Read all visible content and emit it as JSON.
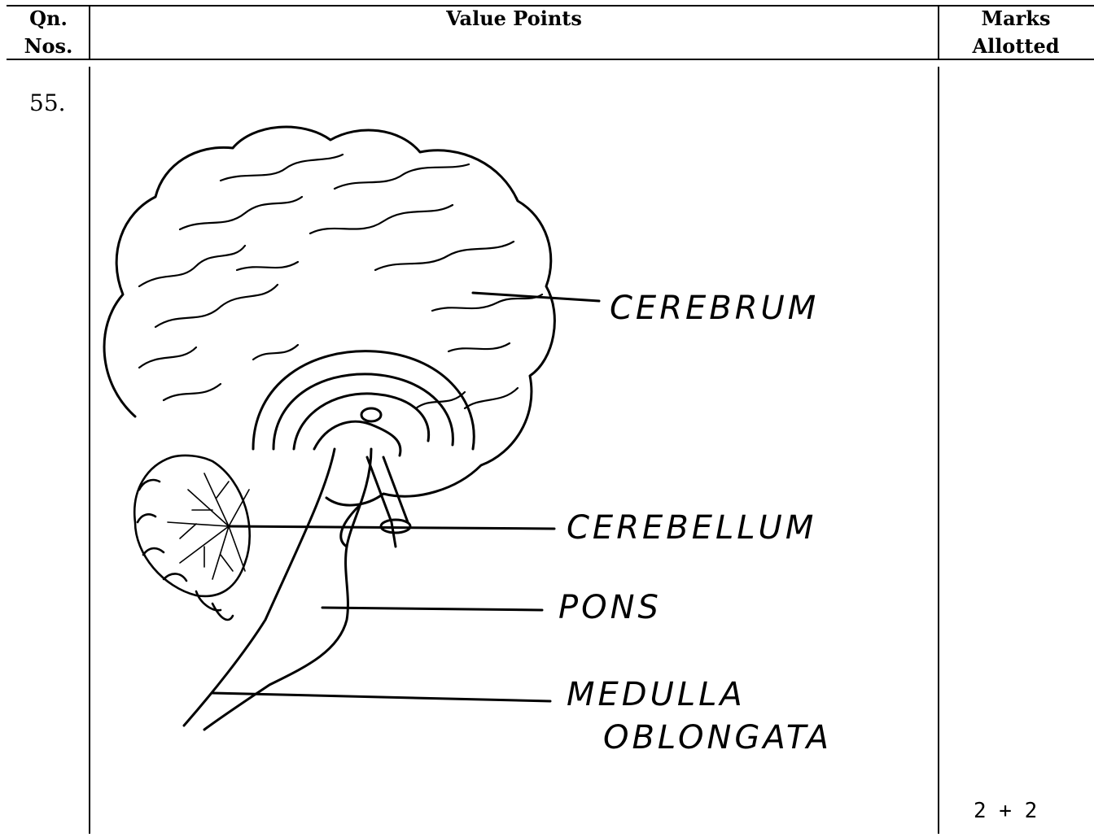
{
  "header": {
    "qn_line1": "Qn.",
    "qn_line2": "Nos.",
    "value_points": "Value Points",
    "marks_line1": "Marks",
    "marks_line2": "Allotted"
  },
  "question": {
    "number": "55.",
    "marks": "2 + 2"
  },
  "figure": {
    "labels": {
      "cerebrum": "CEREBRUM",
      "cerebellum": "CEREBELLUM",
      "pons": "PONS",
      "medulla_line1": "MEDULLA",
      "medulla_line2": "OBLONGATA"
    }
  }
}
